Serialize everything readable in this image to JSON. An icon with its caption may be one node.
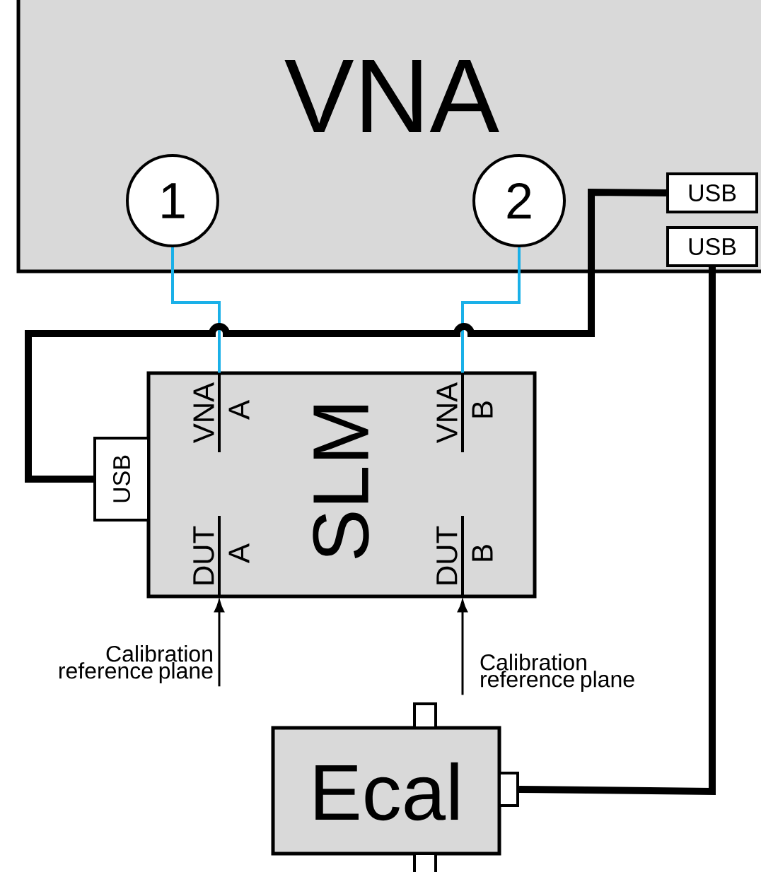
{
  "diagram": {
    "nodes": [
      {
        "text": [
          "VNA"
        ]
      },
      {
        "text": [
          "1"
        ],
        "in": 0
      },
      {
        "text": [
          "2"
        ],
        "in": 0
      },
      {
        "text": [
          "USB"
        ],
        "in": 0
      },
      {
        "text": [
          "USB"
        ],
        "in": 0
      },
      {
        "text": [
          "SLM"
        ]
      },
      {
        "text": [
          "VNA",
          "A"
        ],
        "in": 5
      },
      {
        "text": [
          "VNA",
          "B"
        ],
        "in": 5
      },
      {
        "text": [
          "DUT",
          "A"
        ],
        "in": 5
      },
      {
        "text": [
          "DUT",
          "B"
        ],
        "in": 5
      },
      {
        "text": [
          "USB"
        ]
      },
      {
        "text": [
          "Calibration reference plane"
        ]
      },
      {
        "text": [
          "Calibration reference plane"
        ]
      },
      {
        "text": [
          "Ecal"
        ]
      },
      {
        "text": [],
        "shape": "box"
      },
      {
        "text": [],
        "shape": "box"
      },
      {
        "text": [],
        "shape": "box"
      }
    ],
    "edges": [
      {
        "from": 1,
        "to": 6,
        "arrow": "none",
        "color": "#1ab0e8"
      },
      {
        "from": 2,
        "to": 7,
        "arrow": "none",
        "color": "#1ab0e8"
      },
      {
        "from": 3,
        "to": 10,
        "arrow": "none",
        "style": "thick"
      },
      {
        "from": 4,
        "to": 15,
        "arrow": "none",
        "style": "thick"
      },
      {
        "from": 11,
        "to": 8,
        "arrow": "to"
      },
      {
        "from": 12,
        "to": 9,
        "arrow": "to"
      }
    ]
  }
}
